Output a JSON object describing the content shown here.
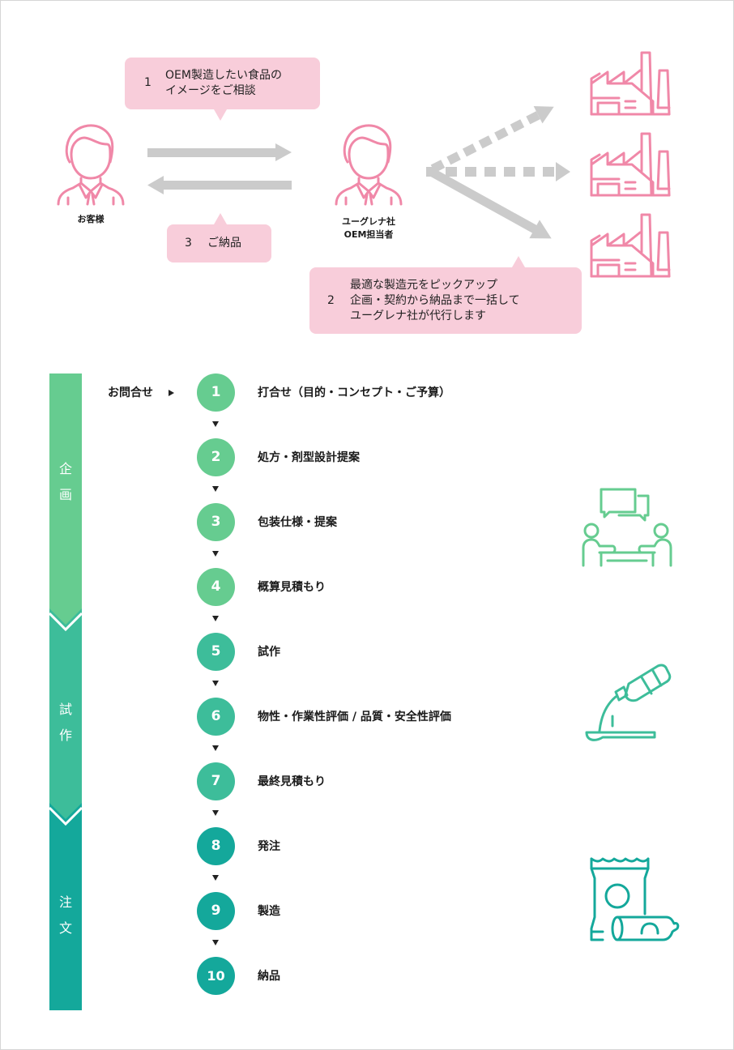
{
  "colors": {
    "pink_icon": "#f088a8",
    "bubble_bg": "#f8cdda",
    "arrow_grey": "#cbcbcb",
    "phase_planning": "#66cc90",
    "phase_prototype": "#3dbd9a",
    "phase_order": "#14a89b",
    "text": "#1a1a1a"
  },
  "top_diagram": {
    "customer": {
      "label": "お客様",
      "icon": "person-icon"
    },
    "staff": {
      "label": "ユーグレナ社\nOEM担当者",
      "icon": "person-icon"
    },
    "factories": [
      {
        "icon": "factory-icon"
      },
      {
        "icon": "factory-icon"
      },
      {
        "icon": "factory-icon"
      }
    ],
    "bubbles": [
      {
        "num": "1",
        "text": "OEM製造したい食品の\nイメージをご相談"
      },
      {
        "num": "2",
        "text": "最適な製造元をピックアップ\n企画・契約から納品まで一括して\nユーグレナ社が代行します"
      },
      {
        "num": "3",
        "text": "ご納品"
      }
    ]
  },
  "flow": {
    "inquiry_label": "お問合せ",
    "phases": [
      {
        "label": "企\n画",
        "color": "#66cc90",
        "icon": "meeting-icon"
      },
      {
        "label": "試\n作",
        "color": "#3dbd9a",
        "icon": "bottle-spoon-icon"
      },
      {
        "label": "注\n文",
        "color": "#14a89b",
        "icon": "food-package-icon"
      }
    ],
    "steps": [
      {
        "num": "1",
        "label": "打合せ（目的・コンセプト・ご予算）",
        "phase": 0
      },
      {
        "num": "2",
        "label": "処方・剤型設計提案",
        "phase": 0
      },
      {
        "num": "3",
        "label": "包装仕様・提案",
        "phase": 0
      },
      {
        "num": "4",
        "label": "概算見積もり",
        "phase": 0
      },
      {
        "num": "5",
        "label": "試作",
        "phase": 1
      },
      {
        "num": "6",
        "label": "物性・作業性評価 / 品質・安全性評価",
        "phase": 1
      },
      {
        "num": "7",
        "label": "最終見積もり",
        "phase": 1
      },
      {
        "num": "8",
        "label": "発注",
        "phase": 2
      },
      {
        "num": "9",
        "label": "製造",
        "phase": 2
      },
      {
        "num": "10",
        "label": "納品",
        "phase": 2
      }
    ]
  }
}
